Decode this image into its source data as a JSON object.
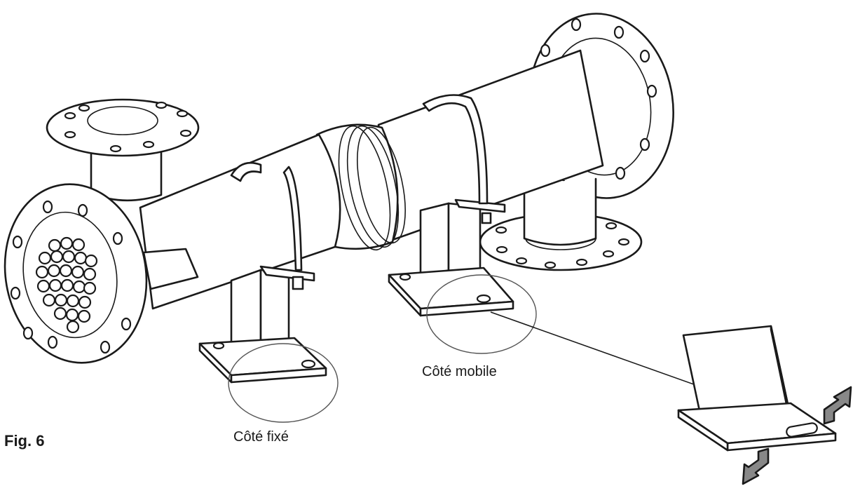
{
  "figure": {
    "label": "Fig. 6",
    "callout_fixed": "Côté fixé",
    "callout_mobile": "Côté mobile"
  }
}
